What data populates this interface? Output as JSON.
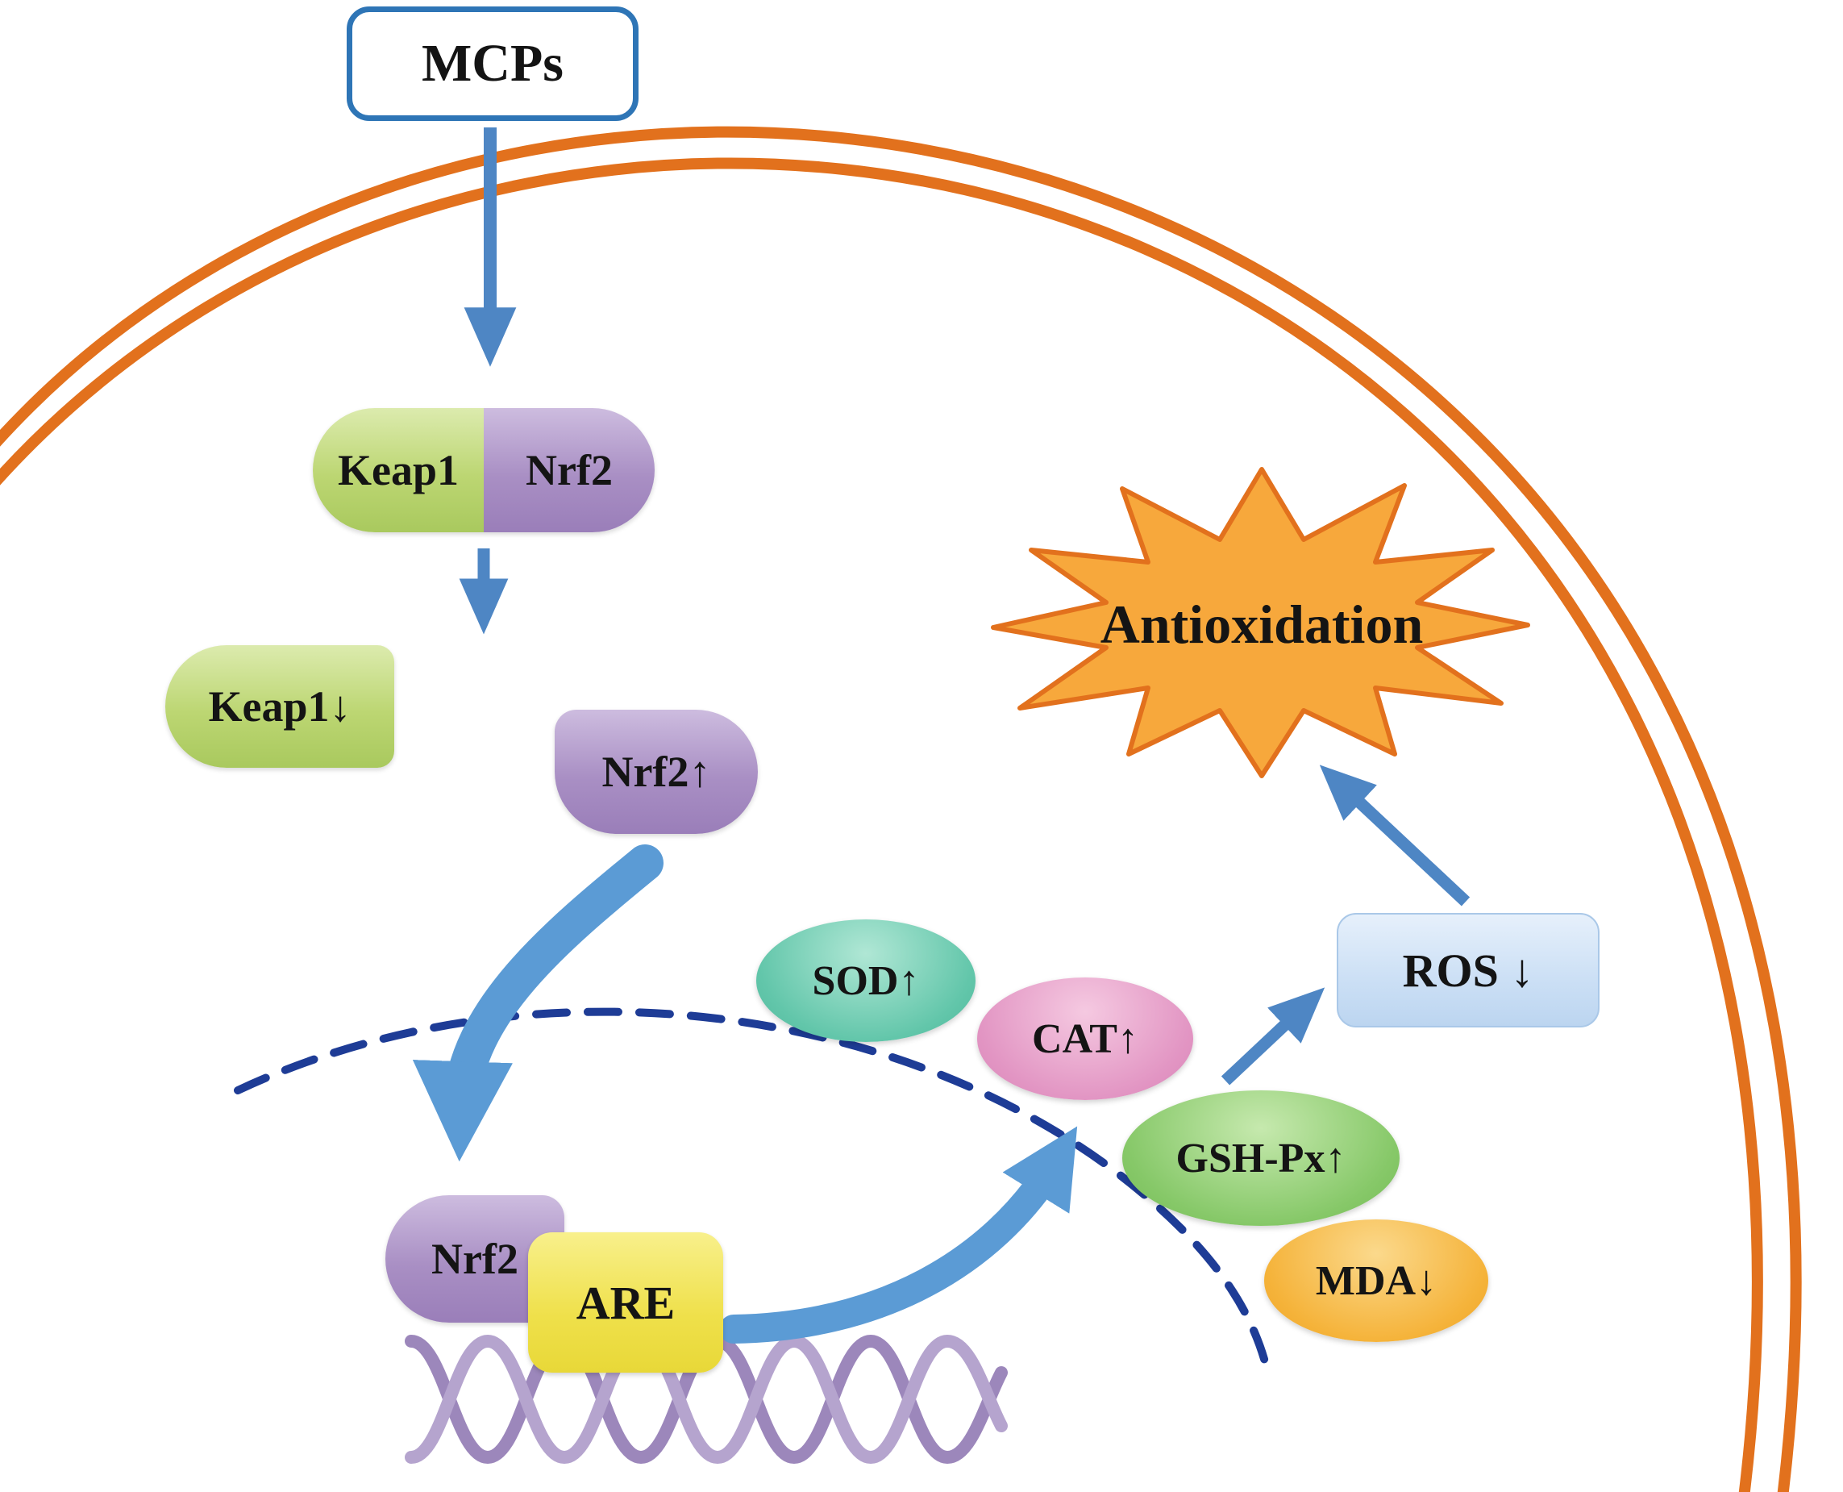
{
  "mcps": {
    "label": "MCPs"
  },
  "complex": {
    "keap1": "Keap1",
    "nrf2": "Nrf2"
  },
  "released": {
    "keap1": "Keap1↓",
    "nrf2": "Nrf2↑"
  },
  "nucleus": {
    "nrf2": "Nrf2",
    "are": "ARE"
  },
  "enzymes": {
    "sod": "SOD↑",
    "cat": "CAT↑",
    "gshpx": "GSH-Px↑",
    "mda": "MDA↓"
  },
  "ros": {
    "label": "ROS ↓"
  },
  "antioxidation": {
    "label": "Antioxidation"
  },
  "colors": {
    "cell_membrane": "#e2711d",
    "nuclear_membrane_dashed": "#1e3c96",
    "arrow_blue": "#4e86c4",
    "swoosh_blue": "#5b9bd5",
    "keap1_green": "#bcd672",
    "nrf2_purple": "#a98fc4",
    "are_yellow": "#efe04a",
    "sod_teal": "#62c6aa",
    "cat_pink": "#e295c3",
    "gshpx_green": "#86c868",
    "mda_orange": "#f5b33a",
    "ros_light_blue": "#cbdff5",
    "starburst_orange": "#f7a83c",
    "dna_purple": "#9c87bb",
    "mcps_border_blue": "#2e75b6"
  }
}
